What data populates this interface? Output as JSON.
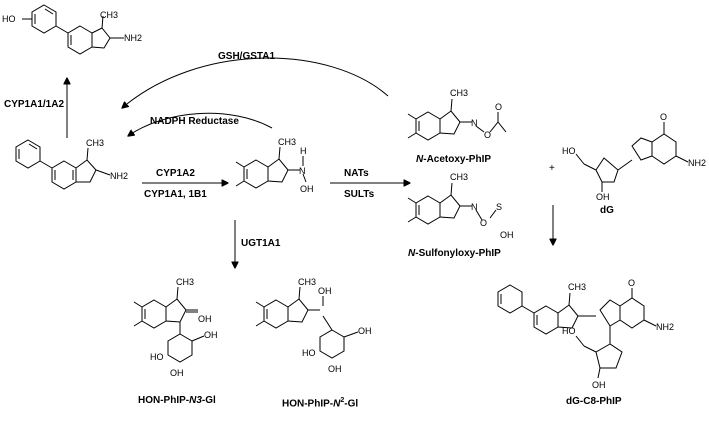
{
  "enzymes": {
    "cyp1a1_1a2": "CYP1A1/1A2",
    "gsh_gsta1": "GSH/GSTA1",
    "nadph": "NADPH Reductase",
    "cyp1a2": "CYP1A2",
    "cyp1a1_1b1": "CYP1A1, 1B1",
    "nats": "NATs",
    "sults": "SULTs",
    "ugt1a1": "UGT1A1"
  },
  "compounds": {
    "n_acetoxy_prefix": "N",
    "n_acetoxy_rest": "-Acetoxy-PhIP",
    "n_sulfonyloxy_prefix": "N",
    "n_sulfonyloxy_rest": "-Sulfonyloxy-PhIP",
    "dg": "dG",
    "plus": "+",
    "hon_n3_a": "HON-PhIP-",
    "hon_n3_b": "N3",
    "hon_n3_c": "-Gl",
    "hon_n2_a": "HON-PhIP-",
    "hon_n2_b": "N",
    "hon_n2_sup": "2",
    "hon_n2_c": "-Gl",
    "adduct": "dG-C8-PhIP"
  },
  "atoms": {
    "ho": "HO",
    "nh2": "NH2",
    "n": "N",
    "ch3": "CH3",
    "h": "H",
    "oh": "OH",
    "o": "O",
    "s": "S",
    "ho_s": "HO",
    "eq_oh": "OH"
  }
}
